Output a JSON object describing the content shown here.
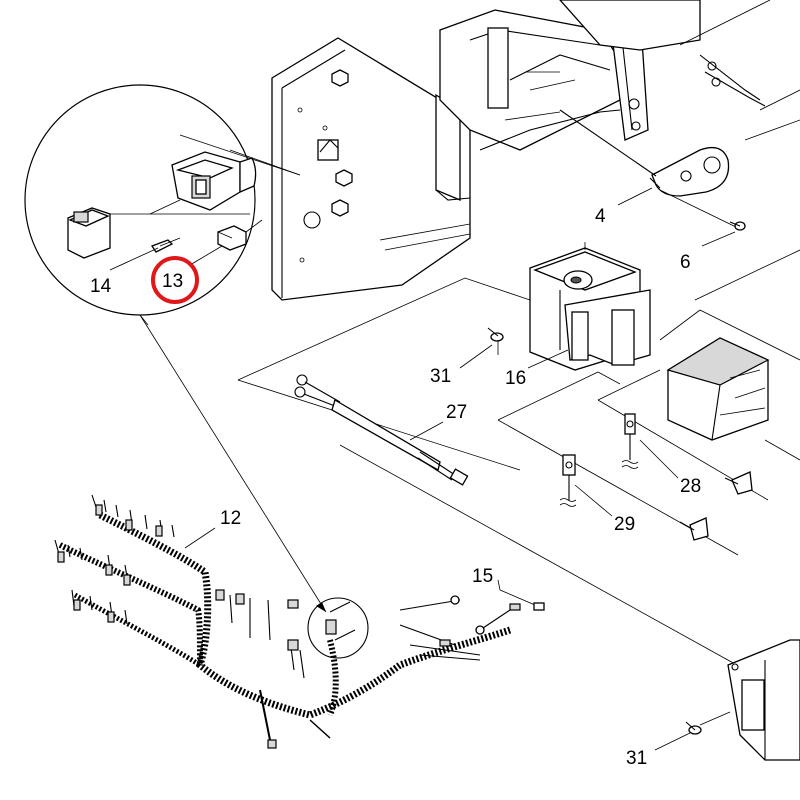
{
  "callouts": {
    "c4": "4",
    "c6": "6",
    "c12": "12",
    "c13": "13",
    "c14": "14",
    "c15": "15",
    "c16": "16",
    "c27": "27",
    "c28": "28",
    "c29": "29",
    "c31a": "31",
    "c31b": "31"
  },
  "highlight": {
    "part": "13",
    "color": "#e0171b"
  }
}
